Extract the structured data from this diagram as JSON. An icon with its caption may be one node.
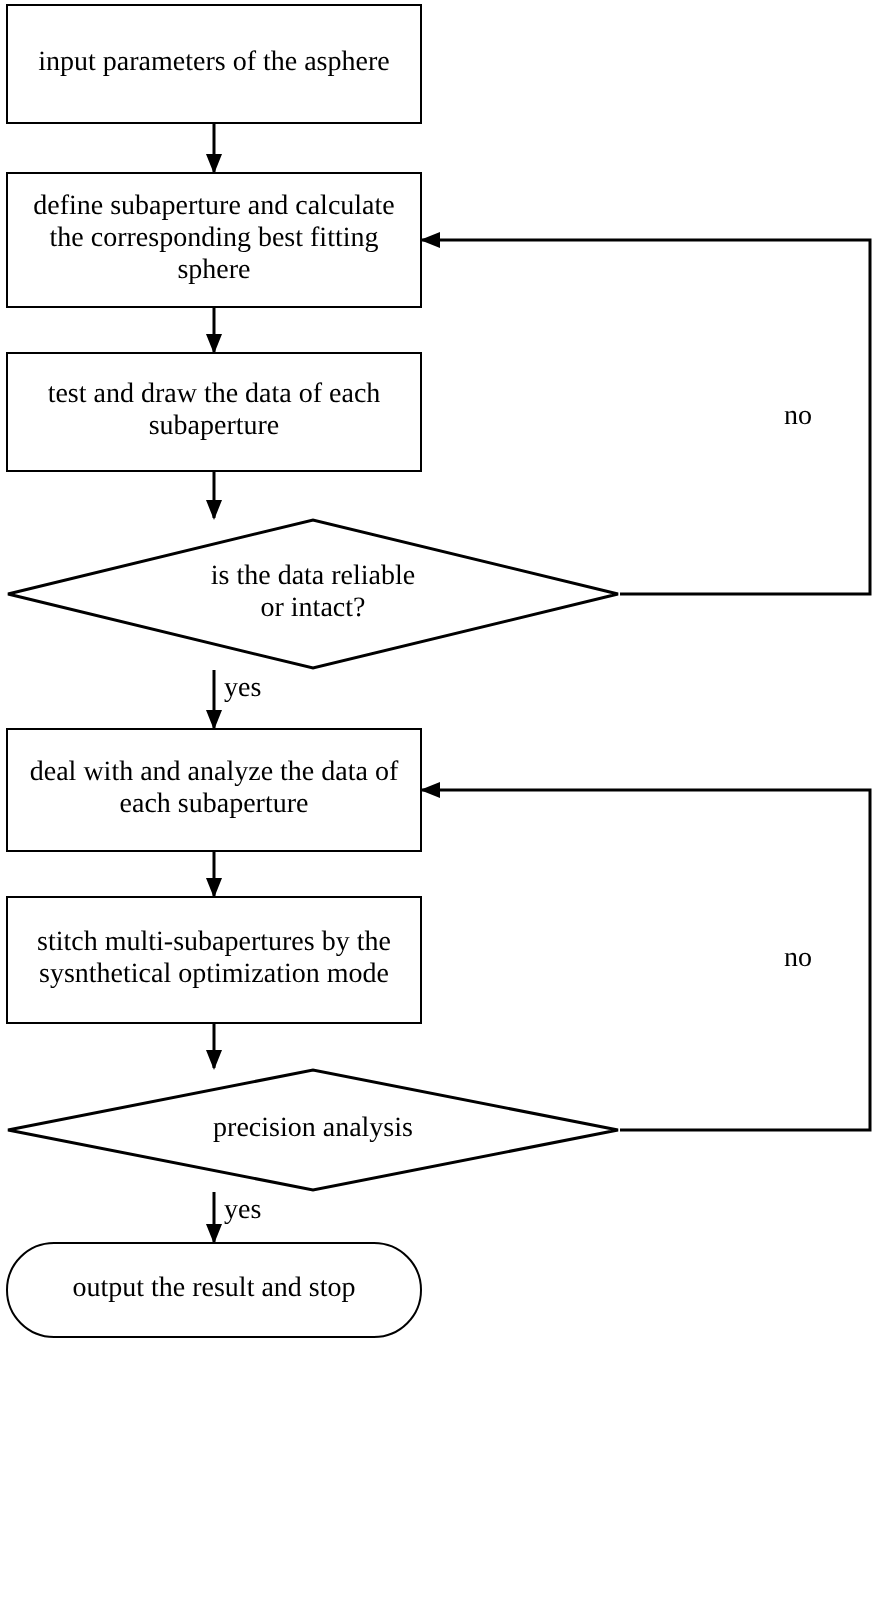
{
  "diagram": {
    "nodes": [
      {
        "text": [
          "input parameters of the asphere"
        ]
      },
      {
        "text": [
          "define subaperture and calculate the corresponding best fitting sphere"
        ]
      },
      {
        "text": [
          "test and draw the data of each subaperture"
        ]
      },
      {
        "text": [
          "is the data reliable or intact?"
        ]
      },
      {
        "text": [
          "deal with and analyze the data of each subaperture"
        ]
      },
      {
        "text": [
          "stitch multi-subapertures by the sysnthetical optimization mode"
        ]
      },
      {
        "text": [
          "precision analysis"
        ]
      },
      {
        "text": [
          "output the result and stop"
        ]
      }
    ],
    "edges": [
      {
        "from": 0,
        "to": 1,
        "arrow": "to"
      },
      {
        "from": 1,
        "to": 2,
        "arrow": "to"
      },
      {
        "from": 2,
        "to": 3,
        "arrow": "to"
      },
      {
        "from": 3,
        "to": 4,
        "arrow": "to",
        "label": "yes"
      },
      {
        "from": 3,
        "to": 1,
        "arrow": "to",
        "label": "no"
      },
      {
        "from": 4,
        "to": 5,
        "arrow": "to"
      },
      {
        "from": 5,
        "to": 6,
        "arrow": "to"
      },
      {
        "from": 6,
        "to": 7,
        "arrow": "to",
        "label": "yes"
      },
      {
        "from": 6,
        "to": 4,
        "arrow": "to",
        "label": "no"
      }
    ]
  }
}
